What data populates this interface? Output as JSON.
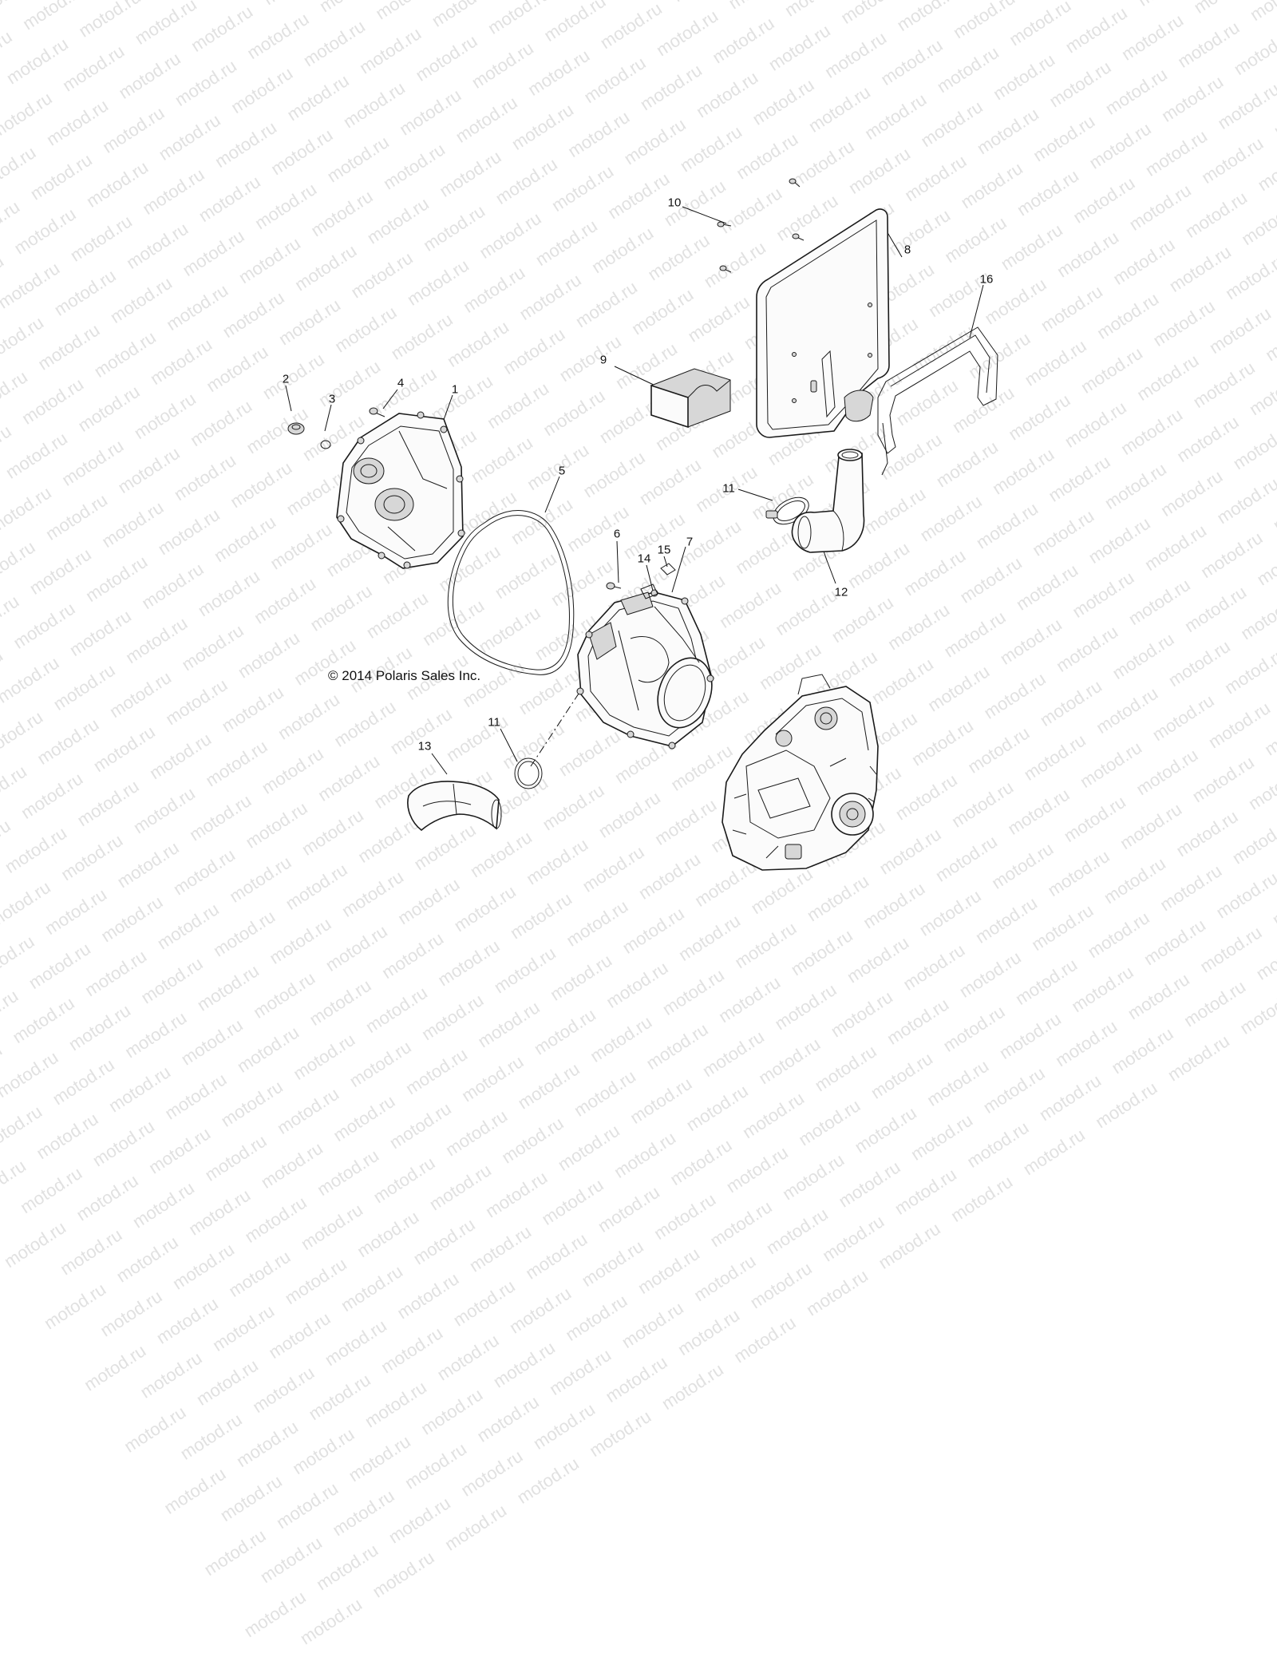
{
  "watermark": {
    "text": "motod.ru"
  },
  "copyright": "© 2014 Polaris Sales Inc.",
  "callouts": [
    {
      "id": "c1",
      "text": "1"
    },
    {
      "id": "c2",
      "text": "2"
    },
    {
      "id": "c3",
      "text": "3"
    },
    {
      "id": "c4",
      "text": "4"
    },
    {
      "id": "c5",
      "text": "5"
    },
    {
      "id": "c6",
      "text": "6"
    },
    {
      "id": "c7",
      "text": "7"
    },
    {
      "id": "c8",
      "text": "8"
    },
    {
      "id": "c9",
      "text": "9"
    },
    {
      "id": "c10",
      "text": "10"
    },
    {
      "id": "c11a",
      "text": "11"
    },
    {
      "id": "c11b",
      "text": "11"
    },
    {
      "id": "c12",
      "text": "12"
    },
    {
      "id": "c13",
      "text": "13"
    },
    {
      "id": "c14",
      "text": "14"
    },
    {
      "id": "c15",
      "text": "15"
    },
    {
      "id": "c16",
      "text": "16"
    }
  ]
}
